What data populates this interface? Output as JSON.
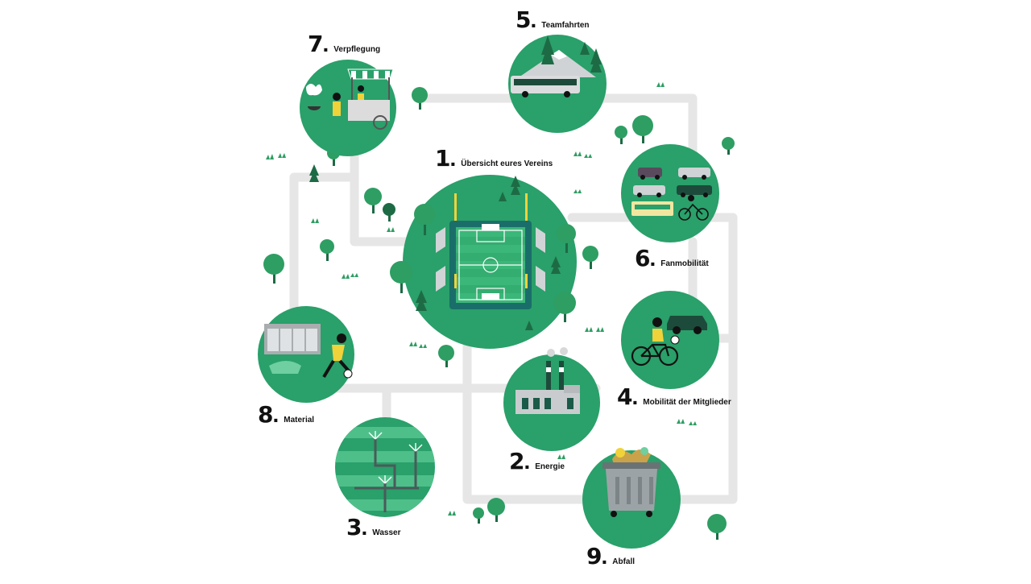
{
  "colors": {
    "green": "#2aa06a",
    "dark_green": "#1f7a4e",
    "tree": "#2e9e63",
    "tree_dark": "#1d6b45",
    "path": "#e8e8e8",
    "pitch": "#35b273",
    "teal": "#1a6e6a",
    "text": "#111111"
  },
  "stations": [
    {
      "id": "verein",
      "number": "1",
      "title": "Übersicht eures Vereins",
      "icon": "stadium-icon"
    },
    {
      "id": "energie",
      "number": "2",
      "title": "Energie",
      "icon": "factory-icon"
    },
    {
      "id": "wasser",
      "number": "3",
      "title": "Wasser",
      "icon": "sprinkler-icon"
    },
    {
      "id": "mitglieder",
      "number": "4",
      "title": "Mobilität der Mitglieder",
      "icon": "bicycle-icon"
    },
    {
      "id": "teamfahrten",
      "number": "5",
      "title": "Teamfahrten",
      "icon": "bus-icon"
    },
    {
      "id": "fanmobilitaet",
      "number": "6",
      "title": "Fanmobilität",
      "icon": "traffic-icon"
    },
    {
      "id": "verpflegung",
      "number": "7",
      "title": "Verpflegung",
      "icon": "food-stand-icon"
    },
    {
      "id": "material",
      "number": "8",
      "title": "Material",
      "icon": "lockers-icon"
    },
    {
      "id": "abfall",
      "number": "9",
      "title": "Abfall",
      "icon": "waste-bin-icon"
    }
  ]
}
